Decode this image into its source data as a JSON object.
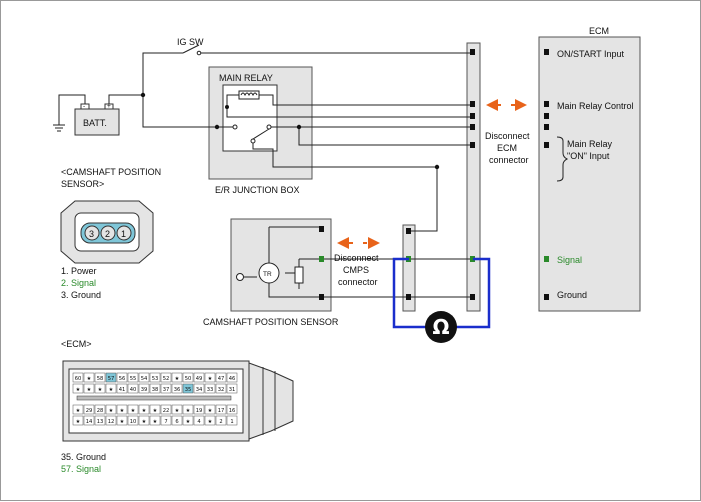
{
  "labels": {
    "ig_sw": "IG SW",
    "main_relay": "MAIN RELAY",
    "batt": "BATT.",
    "junction_box": "E/R JUNCTION BOX",
    "ecm": "ECM",
    "disconnect_ecm": [
      "Disconnect",
      "ECM",
      "connector"
    ],
    "disconnect_cmps": [
      "Disconnect",
      "CMPS",
      "connector"
    ],
    "tr": "TR",
    "cmp_sensor_caption": "CAMSHAFT POSITION SENSOR"
  },
  "ecm_pins": {
    "on_start": "ON/START Input",
    "main_relay_control": "Main Relay Control",
    "main_relay_on": [
      "Main Relay",
      "\"ON\" Input"
    ],
    "signal": "Signal",
    "ground": "Ground"
  },
  "cmp_connector": {
    "title": [
      "<CAMSHAFT POSITION",
      "SENSOR>"
    ],
    "pins_shown": [
      "3",
      "2",
      "1"
    ],
    "legend": [
      {
        "text": "1. Power",
        "highlight": false
      },
      {
        "text": "2. Signal",
        "highlight": true
      },
      {
        "text": "3. Ground",
        "highlight": false
      }
    ]
  },
  "ecm_connector": {
    "title": "<ECM>",
    "row1": [
      "60",
      "★",
      "58",
      "57",
      "56",
      "55",
      "54",
      "53",
      "52",
      "★",
      "50",
      "49",
      "★",
      "47",
      "46"
    ],
    "row2": [
      "★",
      "★",
      "★",
      "★",
      "41",
      "40",
      "39",
      "38",
      "37",
      "36",
      "35",
      "34",
      "33",
      "32",
      "31"
    ],
    "row3": [
      "★",
      "29",
      "28",
      "★",
      "★",
      "★",
      "★",
      "★",
      "22",
      "★",
      "★",
      "19",
      "★",
      "17",
      "16"
    ],
    "row4": [
      "★",
      "14",
      "13",
      "12",
      "★",
      "10",
      "★",
      "★",
      "7",
      "6",
      "★",
      "4",
      "★",
      "2",
      "1"
    ],
    "legend": [
      {
        "text": "35. Ground",
        "highlight": false
      },
      {
        "text": "57. Signal",
        "highlight": true
      }
    ]
  },
  "meter_symbol": "Ω",
  "colors": {
    "signal": "#2a8a2a",
    "probe": "#1a2ecc",
    "arrow": "#e8631a",
    "box_fill": "#e4e4e4",
    "highlight_cell": "#7fc6d8"
  }
}
